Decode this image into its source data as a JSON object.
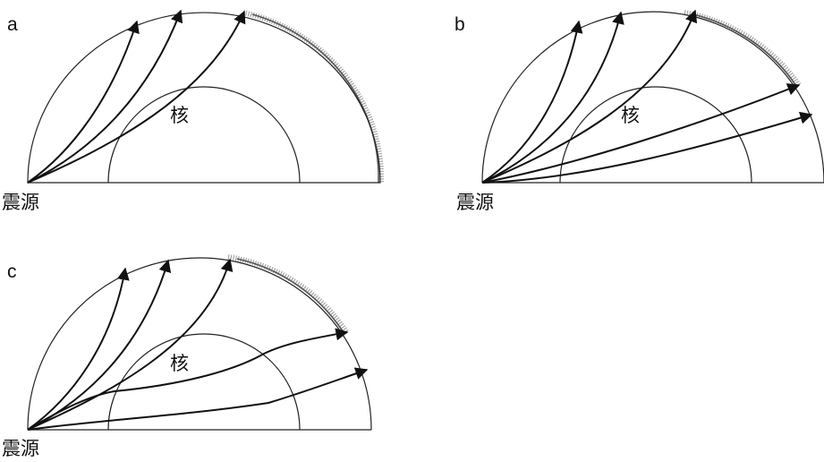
{
  "panels": [
    {
      "letter": "a",
      "source_label": "震源",
      "core_label": "核"
    },
    {
      "letter": "b",
      "source_label": "震源",
      "core_label": "核"
    },
    {
      "letter": "c",
      "source_label": "震源",
      "core_label": "核"
    }
  ]
}
